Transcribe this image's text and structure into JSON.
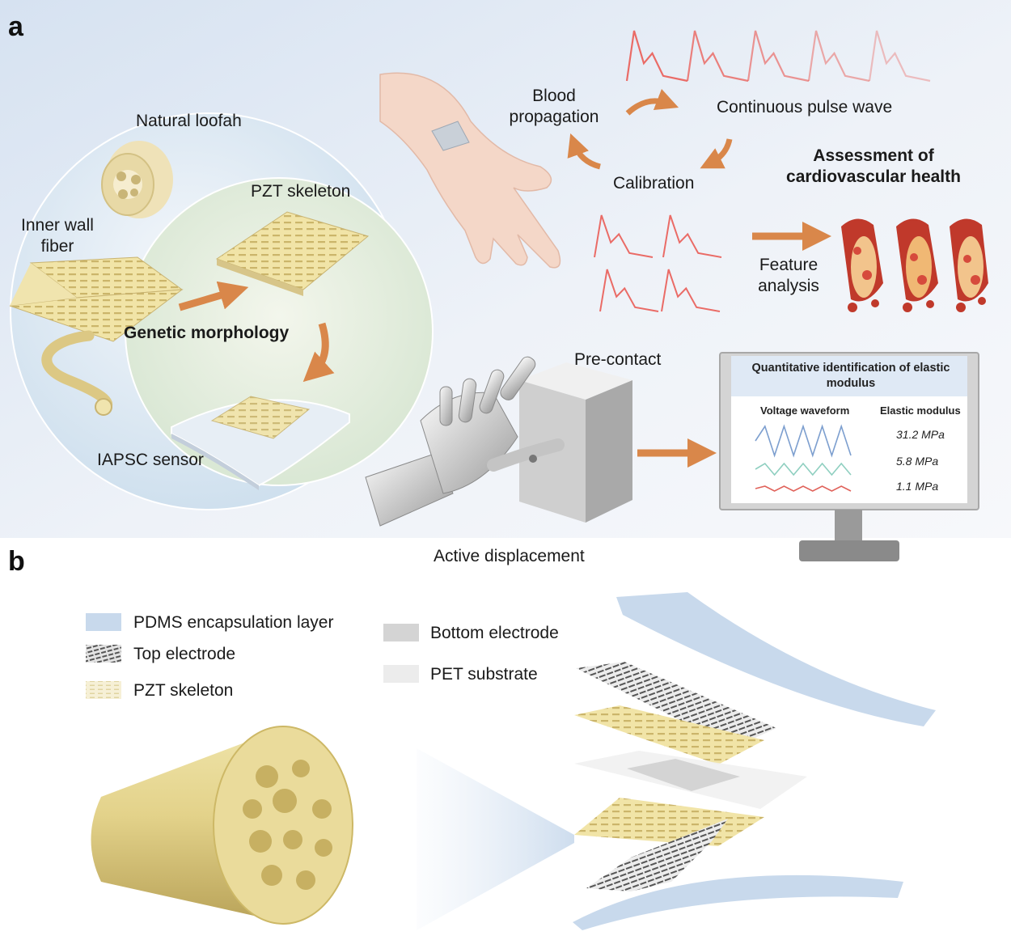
{
  "panels": {
    "a": "a",
    "b": "b"
  },
  "panel_a": {
    "natural_loofah": "Natural loofah",
    "inner_wall_fiber": "Inner wall\nfiber",
    "pzt_skeleton": "PZT skeleton",
    "genetic_morphology": "Genetic morphology",
    "iapsc_sensor": "IAPSC sensor",
    "blood_propagation": "Blood\npropagation",
    "continuous_pulse_wave": "Continuous pulse wave",
    "calibration": "Calibration",
    "assessment": "Assessment of\ncardiovascular health",
    "feature_analysis": "Feature\nanalysis",
    "pre_contact": "Pre-contact",
    "active_displacement": "Active displacement",
    "monitor": {
      "title": "Quantitative identification of elastic modulus",
      "col_waveform": "Voltage waveform",
      "col_modulus": "Elastic modulus",
      "values": [
        "31.2 MPa",
        "5.8 MPa",
        "1.1 MPa"
      ],
      "wave_colors": [
        "#7d9fcf",
        "#8fcfc0",
        "#e0625a"
      ]
    }
  },
  "panel_b": {
    "legend": [
      {
        "label": "PDMS encapsulation layer",
        "color": "#c8d9ec"
      },
      {
        "label": "Top electrode",
        "color": "#6f6f6f"
      },
      {
        "label": "PZT skeleton",
        "color": "#efe9c9"
      },
      {
        "label": "Bottom electrode",
        "color": "#d4d4d4"
      },
      {
        "label": "PET substrate",
        "color": "#ececec"
      }
    ]
  },
  "colors": {
    "arrow": "#d9874a",
    "pulse": "#ea6b66",
    "fiber": "#e5d592",
    "pdms": "#c8d9ec"
  }
}
